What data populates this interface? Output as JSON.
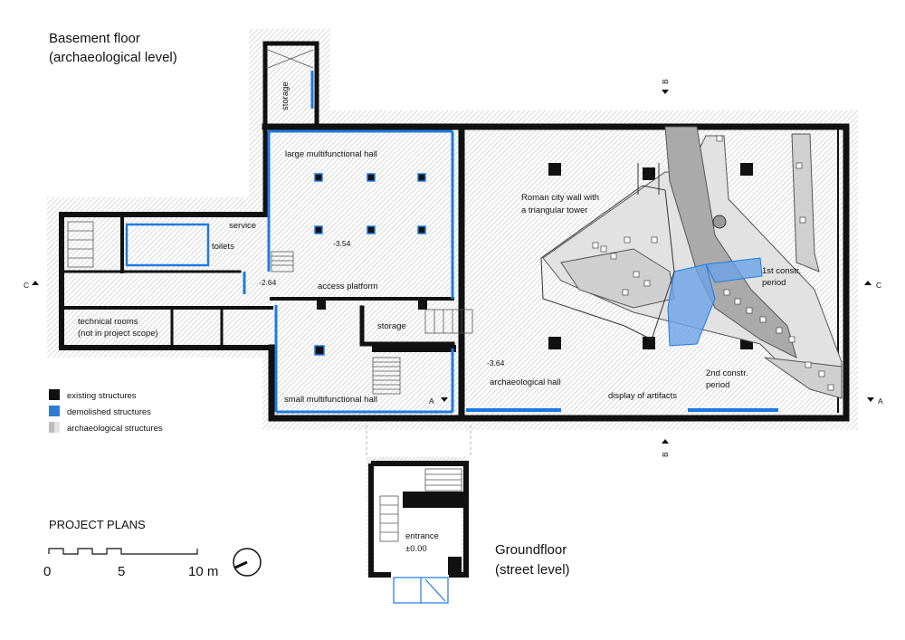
{
  "titles": {
    "basement_line1": "Basement floor",
    "basement_line2": "(archaeological level)",
    "groundfloor_line1": "Groundfloor",
    "groundfloor_line2": "(street level)",
    "project_plans": "PROJECT PLANS"
  },
  "rooms": {
    "storage_top": "storage",
    "large_hall": "large multifunctional hall",
    "service": "service",
    "toilets": "toilets",
    "level_354": "-3.54",
    "level_264": "-2.64",
    "access_platform": "access platform",
    "technical_line1": "technical rooms",
    "technical_line2": "(not in project scope)",
    "storage_mid": "storage",
    "small_hall": "small multifunctional hall",
    "roman_line1": "Roman city wall with",
    "roman_line2": "a triangular tower",
    "first_line1": "1st constr.",
    "first_line2": "period",
    "second_line1": "2nd constr.",
    "second_line2": "period",
    "level_364": "-3.64",
    "archaeological_hall": "archaeological hall",
    "display": "display of artifacts",
    "entrance": "entrance",
    "level_000": "±0.00"
  },
  "section_markers": {
    "a": "A",
    "b": "B",
    "c": "C"
  },
  "legend": [
    {
      "label": "existing structures",
      "color": "#111111"
    },
    {
      "label": "demolished structures",
      "color": "#2f7bd4"
    },
    {
      "label": "archaeological structures",
      "color": "#bdbdbd"
    }
  ],
  "scale": {
    "tick_0": "0",
    "tick_5": "5",
    "tick_10": "10 m"
  },
  "colors": {
    "wall": "#111111",
    "demolished": "#1f7ae0",
    "archaeo_light": "#dcdcdc",
    "archaeo_dark": "#a8a8a8",
    "ground_hatch": "#d4d4d4"
  }
}
